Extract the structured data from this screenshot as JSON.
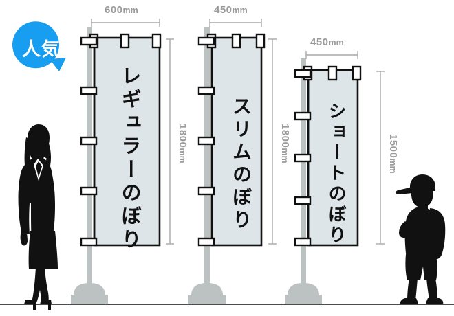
{
  "badge": {
    "label": "人気",
    "color": "#189ef0",
    "shape": "speech-bubble"
  },
  "ground": {
    "color": "#111111"
  },
  "colors": {
    "banner_fill": "#dde5e8",
    "banner_stroke": "#111111",
    "pole": "#bcc1c2",
    "base": "#bcc1c2",
    "dimension_line": "#a9a9a9",
    "dimension_text": "#9a9a9a",
    "silhouette": "#111111"
  },
  "banners": [
    {
      "name": "regular",
      "text": "レギュラーのぼり",
      "width_label": "600",
      "width_unit": "mm",
      "height_label": "1800",
      "height_unit": "mm"
    },
    {
      "name": "slim",
      "text": "スリムのぼり",
      "width_label": "450",
      "width_unit": "mm",
      "height_label": "1800",
      "height_unit": "mm"
    },
    {
      "name": "short",
      "text": "ショートのぼり",
      "width_label": "450",
      "width_unit": "mm",
      "height_label": "1500",
      "height_unit": "mm"
    }
  ],
  "figures": [
    {
      "name": "woman-business-suit"
    },
    {
      "name": "boy-with-cap-and-backpack"
    }
  ]
}
